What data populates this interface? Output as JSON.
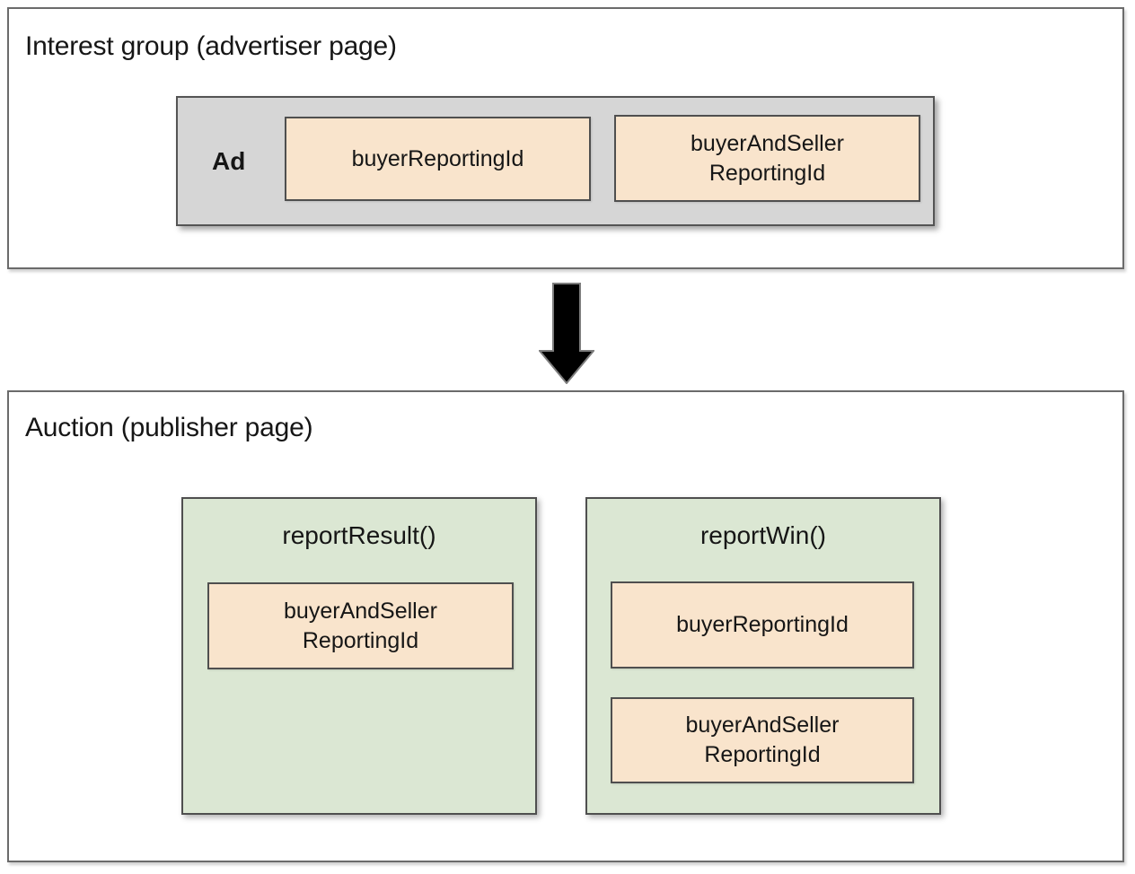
{
  "interest_group": {
    "title": "Interest group (advertiser page)",
    "ad": {
      "label": "Ad",
      "fields": [
        "buyerReportingId",
        "buyerAndSeller\nReportingId"
      ]
    }
  },
  "arrow": {
    "icon": "down-arrow-icon",
    "direction": "down"
  },
  "auction": {
    "title": "Auction (publisher page)",
    "functions": [
      {
        "name": "reportResult()",
        "fields": [
          "buyerAndSeller\nReportingId"
        ]
      },
      {
        "name": "reportWin()",
        "fields": [
          "buyerReportingId",
          "buyerAndSeller\nReportingId"
        ]
      }
    ]
  },
  "colors": {
    "background": "#ffffff",
    "outer_border": "#6b6b6b",
    "ad_box_fill": "#d6d6d6",
    "ad_box_border": "#545454",
    "field_fill": "#f9e4cc",
    "field_border": "#4f4f4f",
    "function_fill": "#dbe7d3",
    "function_border": "#4f4f4f",
    "arrow_fill": "#000000",
    "arrow_outline": "#7d7d7d",
    "text": "#161616"
  }
}
